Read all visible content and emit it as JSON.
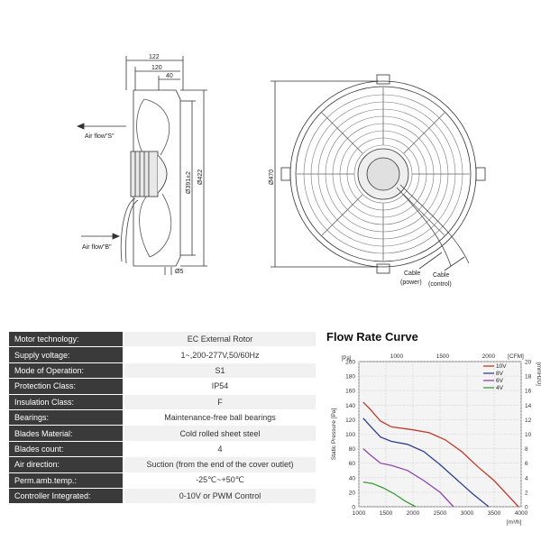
{
  "drawings": {
    "side": {
      "dim_122": "122",
      "dim_120": "120",
      "dim_40": "40",
      "dim_391": "Ø391±2",
      "dim_422": "Ø422",
      "dim_5": "Ø5",
      "airflow_s": "Air flow\"S\"",
      "airflow_b": "Air flow\"B\""
    },
    "front": {
      "dim_470": "Ø470",
      "cable_power": [
        "Cable",
        "(power)"
      ],
      "cable_control": [
        "Cable",
        "(control)"
      ]
    }
  },
  "specs": [
    {
      "label": "Motor technology:",
      "value": "EC External Rotor"
    },
    {
      "label": "Supply voltage:",
      "value": "1~,200-277V,50/60Hz"
    },
    {
      "label": "Mode of Operation:",
      "value": "S1"
    },
    {
      "label": "Protection Class:",
      "value": "IP54"
    },
    {
      "label": "Insulation Class:",
      "value": "F"
    },
    {
      "label": "Bearings:",
      "value": "Maintenance-free ball bearings"
    },
    {
      "label": "Blades Material:",
      "value": "Cold rolled sheet steel"
    },
    {
      "label": "Blades count:",
      "value": "4"
    },
    {
      "label": "Air direction:",
      "value": "Suction (from the end of the cover outlet)"
    },
    {
      "label": "Perm.amb.temp.:",
      "value": "-25℃~+50℃"
    },
    {
      "label": "Controller Integrated:",
      "value": "0-10V or PWM Control"
    }
  ],
  "curve_title": "Flow Rate Curve",
  "chart_data": {
    "type": "line",
    "xlabel": "[m³/h]",
    "xlim": [
      1000,
      4000
    ],
    "x_ticks": [
      "1000",
      "1500",
      "2000",
      "2500",
      "3000",
      "3500",
      "4000"
    ],
    "top_axis": {
      "label": "[CFM]",
      "ticks": [
        "1000",
        "1500",
        "2000"
      ],
      "values_m3h": [
        1699,
        2549,
        3398
      ]
    },
    "ylabel": "Static Pressure [Pa]",
    "ylim": [
      0,
      200
    ],
    "y_ticks": [
      "0",
      "20",
      "40",
      "60",
      "80",
      "100",
      "120",
      "140",
      "160",
      "180",
      "200"
    ],
    "y_unit_top": "[Pa]",
    "y2_label": "[mmH2O]",
    "y2_ticks": [
      "0",
      "2",
      "4",
      "6",
      "8",
      "10",
      "12",
      "14",
      "16",
      "18",
      "20"
    ],
    "grid": true,
    "legend_position": "top-right",
    "series": [
      {
        "name": "10V",
        "color": "#c0392b",
        "points": [
          [
            1080,
            144
          ],
          [
            1200,
            135
          ],
          [
            1400,
            118
          ],
          [
            1600,
            110
          ],
          [
            2000,
            106
          ],
          [
            2300,
            102
          ],
          [
            2600,
            92
          ],
          [
            2900,
            76
          ],
          [
            3200,
            55
          ],
          [
            3500,
            36
          ],
          [
            3800,
            12
          ],
          [
            3950,
            0
          ]
        ]
      },
      {
        "name": "8V",
        "color": "#2e3f8f",
        "points": [
          [
            1080,
            122
          ],
          [
            1200,
            112
          ],
          [
            1400,
            96
          ],
          [
            1600,
            90
          ],
          [
            1900,
            86
          ],
          [
            2200,
            76
          ],
          [
            2500,
            58
          ],
          [
            2800,
            38
          ],
          [
            3100,
            18
          ],
          [
            3400,
            0
          ]
        ]
      },
      {
        "name": "6V",
        "color": "#8e44ad",
        "points": [
          [
            1080,
            80
          ],
          [
            1200,
            72
          ],
          [
            1400,
            60
          ],
          [
            1600,
            57
          ],
          [
            1900,
            50
          ],
          [
            2200,
            36
          ],
          [
            2500,
            20
          ],
          [
            2750,
            0
          ]
        ]
      },
      {
        "name": "4V",
        "color": "#3a9b3a",
        "points": [
          [
            1080,
            34
          ],
          [
            1250,
            32
          ],
          [
            1450,
            26
          ],
          [
            1650,
            18
          ],
          [
            1850,
            8
          ],
          [
            2050,
            0
          ]
        ]
      }
    ]
  }
}
